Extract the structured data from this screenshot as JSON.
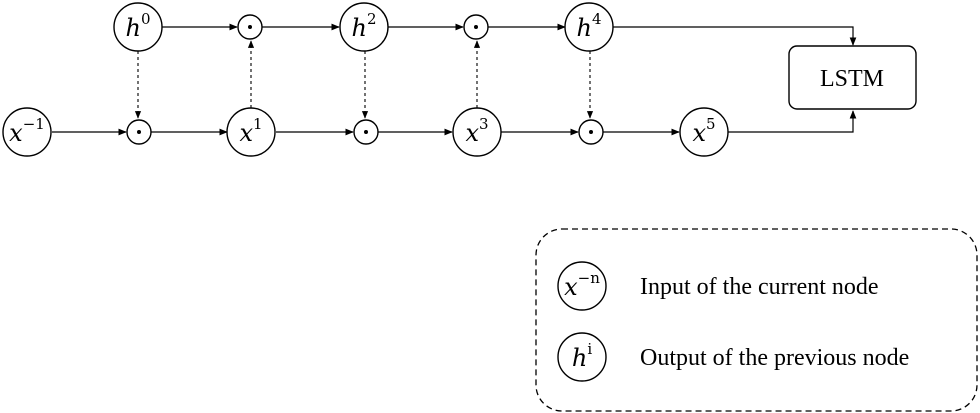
{
  "diagram": {
    "top_row": [
      {
        "id": "h0",
        "base": "h",
        "sup": "0"
      },
      {
        "id": "h2",
        "base": "h",
        "sup": "2"
      },
      {
        "id": "h4",
        "base": "h",
        "sup": "4"
      }
    ],
    "bottom_row": [
      {
        "id": "x-1",
        "base": "x",
        "sup": "−1"
      },
      {
        "id": "x1",
        "base": "x",
        "sup": "1"
      },
      {
        "id": "x3",
        "base": "x",
        "sup": "3"
      },
      {
        "id": "x5",
        "base": "x",
        "sup": "5"
      }
    ],
    "operator_symbol": "⊙",
    "lstm_label": "LSTM"
  },
  "legend": {
    "items": [
      {
        "base": "x",
        "sup": "−n",
        "text": "Input of the current node"
      },
      {
        "base": "h",
        "sup": "i",
        "text": "Output of the previous node"
      }
    ]
  }
}
